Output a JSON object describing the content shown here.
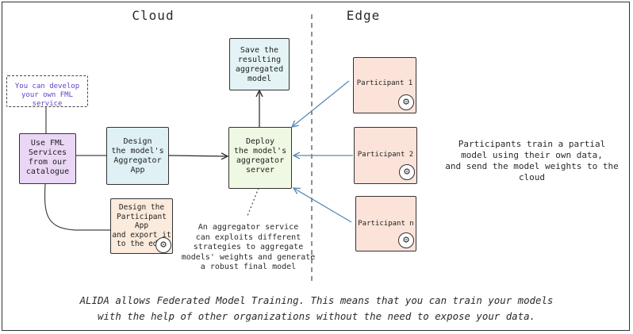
{
  "headings": {
    "cloud": "Cloud",
    "edge": "Edge"
  },
  "boxes": {
    "develop": "You can develop\nyour own FML service",
    "fml_services": "Use FML\nServices\nfrom our\ncatalogue",
    "design_aggregator": "Design\nthe model's\nAggregator\nApp",
    "design_participant": "Design the\nParticipant App\nand export it\nto the edge",
    "deploy": "Deploy\nthe model's\naggregator\nserver",
    "save": "Save the\nresulting\naggregated\nmodel",
    "participant_1": "Participant 1",
    "participant_2": "Participant 2",
    "participant_n": "Participant n"
  },
  "notes": {
    "aggregator_note": "An aggregator service\ncan exploits different\nstrategies to aggregate\nmodels' weights and generate\na robust final model",
    "participants_note": "Participants train a partial\nmodel using their own data,\nand send the model weights to the cloud"
  },
  "caption": {
    "line1": "ALIDA allows Federated Model Training. This means that you can train your models",
    "line2": "with the help of other organizations without the need to expose your data."
  },
  "icons": [
    "gear-icon"
  ],
  "colors": {
    "fml_fill": "#ead6f5",
    "design_fill": "#dff1f5",
    "deploy_fill": "#eff8e3",
    "save_fill": "#e4f3f6",
    "participant_fill": "#fbe3da",
    "design_participant_fill": "#fbebdc",
    "develop_text": "#6a3fc7",
    "arrow_blue": "#5b8ab5"
  }
}
